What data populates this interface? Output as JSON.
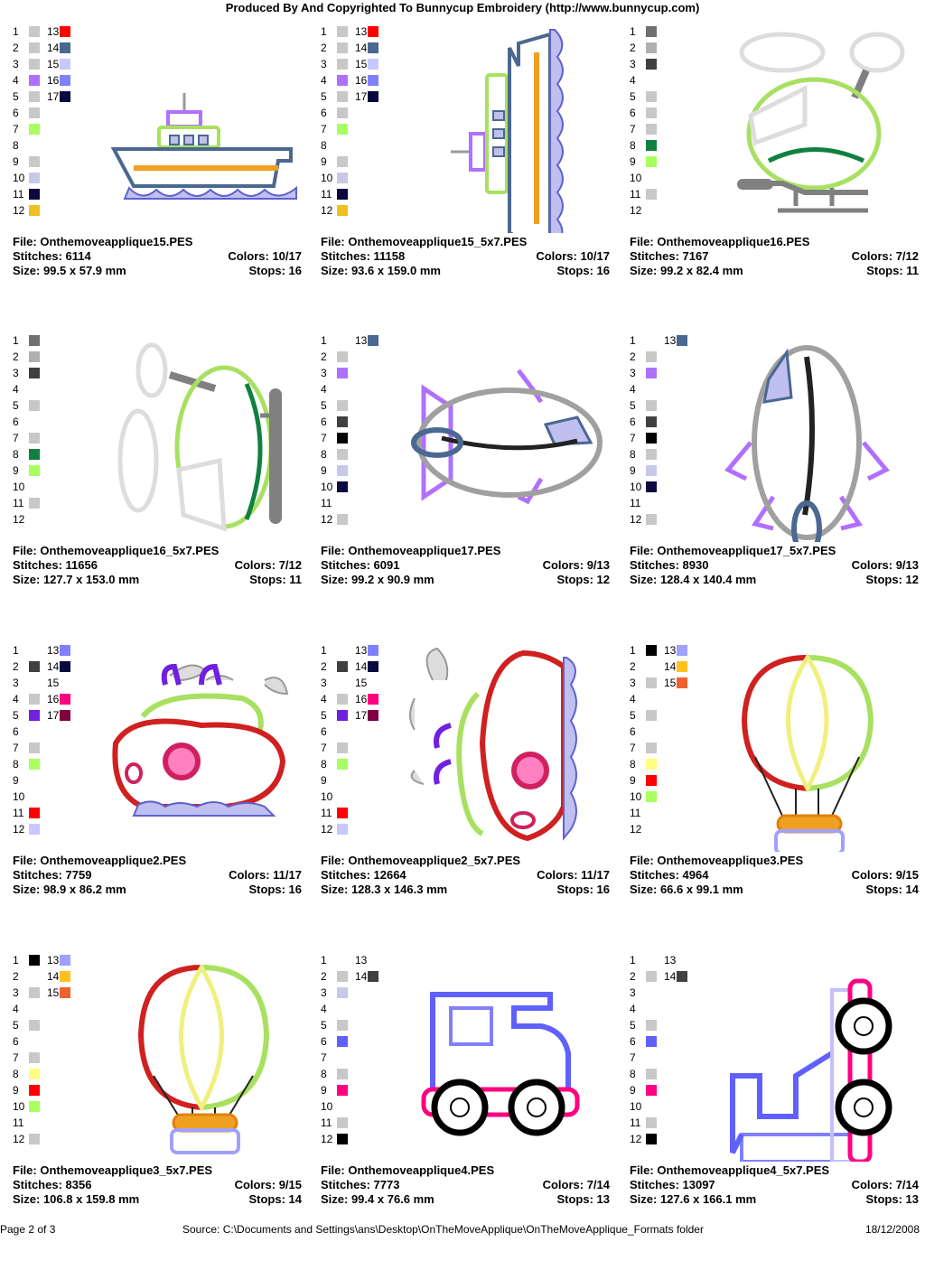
{
  "header": "Produced By And Copyrighted To Bunnycup Embroidery (http://www.bunnycup.com)",
  "labels": {
    "file": "File:",
    "stitches": "Stitches:",
    "colors": "Colors:",
    "size": "Size:",
    "stops": "Stops:"
  },
  "cells": [
    {
      "file": "Onthemoveapplique15.PES",
      "stitches": "6114",
      "colors": "10/17",
      "size": "99.5 x 57.9 mm",
      "stops": "16",
      "swatches": [
        "#c8c8c8",
        "#c8c8c8",
        "#c8c8c8",
        "#b070ff",
        "#c8c8c8",
        "#c8c8c8",
        "#a8ff60",
        "",
        "#c8c8c8",
        "#c8c8e8",
        "#0a0a40",
        "#f0c020"
      ],
      "swatches2": [
        "#ff0000",
        "#4a6890",
        "#c8c8ff",
        "#8080ff",
        "#0a0a40"
      ]
    },
    {
      "file": "Onthemoveapplique15_5x7.PES",
      "stitches": "11158",
      "colors": "10/17",
      "size": "93.6 x 159.0 mm",
      "stops": "16",
      "swatches": [
        "#c8c8c8",
        "#c8c8c8",
        "#c8c8c8",
        "#b070ff",
        "#c8c8c8",
        "#c8c8c8",
        "#a8ff60",
        "",
        "#c8c8c8",
        "#c8c8e8",
        "#0a0a40",
        "#f0c020"
      ],
      "swatches2": [
        "#ff0000",
        "#4a6890",
        "#c8c8ff",
        "#8080ff",
        "#0a0a40"
      ]
    },
    {
      "file": "Onthemoveapplique16.PES",
      "stitches": "7167",
      "colors": "7/12",
      "size": "99.2 x 82.4 mm",
      "stops": "11",
      "swatches": [
        "#707070",
        "#b0b0b0",
        "#404040",
        "",
        "#c8c8c8",
        "#c8c8c8",
        "#c8c8c8",
        "#108040",
        "#a8ff60",
        "",
        "#c8c8c8",
        ""
      ],
      "swatches2": []
    },
    {
      "file": "Onthemoveapplique16_5x7.PES",
      "stitches": "11656",
      "colors": "7/12",
      "size": "127.7 x 153.0 mm",
      "stops": "11",
      "swatches": [
        "#707070",
        "#b0b0b0",
        "#404040",
        "",
        "#c8c8c8",
        "",
        "#c8c8c8",
        "#108040",
        "#a8ff60",
        "",
        "#c8c8c8",
        ""
      ],
      "swatches2": []
    },
    {
      "file": "Onthemoveapplique17.PES",
      "stitches": "6091",
      "colors": "9/13",
      "size": "99.2 x 90.9 mm",
      "stops": "12",
      "swatches": [
        "",
        "#c8c8c8",
        "#b070ff",
        "",
        "#c8c8c8",
        "#404040",
        "#000000",
        "#c8c8c8",
        "#c8c8e8",
        "#0a0a40",
        "",
        "#c8c8c8"
      ],
      "swatches2": [
        "#4a6890"
      ]
    },
    {
      "file": "Onthemoveapplique17_5x7.PES",
      "stitches": "8930",
      "colors": "9/13",
      "size": "128.4 x 140.4 mm",
      "stops": "12",
      "swatches": [
        "",
        "#c8c8c8",
        "#b070ff",
        "",
        "#c8c8c8",
        "#404040",
        "#000000",
        "#c8c8c8",
        "#c8c8e8",
        "#0a0a40",
        "",
        "#c8c8c8"
      ],
      "swatches2": [
        "#4a6890"
      ]
    },
    {
      "file": "Onthemoveapplique2.PES",
      "stitches": "7759",
      "colors": "11/17",
      "size": "98.9 x 86.2 mm",
      "stops": "16",
      "swatches": [
        "",
        "#404040",
        "",
        "#c8c8c8",
        "#7020e0",
        "",
        "#c8c8c8",
        "#a8ff60",
        "",
        "",
        "#ff0000",
        "#c8c8ff"
      ],
      "swatches2": [
        "#8080ff",
        "#0a0a40",
        "",
        "#ff0080",
        "#800040"
      ]
    },
    {
      "file": "Onthemoveapplique2_5x7.PES",
      "stitches": "12664",
      "colors": "11/17",
      "size": "128.3 x 146.3 mm",
      "stops": "16",
      "swatches": [
        "",
        "#404040",
        "",
        "#c8c8c8",
        "#7020e0",
        "",
        "#c8c8c8",
        "#a8ff60",
        "",
        "",
        "#ff0000",
        "#c8c8ff"
      ],
      "swatches2": [
        "#8080ff",
        "#0a0a40",
        "",
        "#ff0080",
        "#800040"
      ]
    },
    {
      "file": "Onthemoveapplique3.PES",
      "stitches": "4964",
      "colors": "9/15",
      "size": "66.6 x 99.1 mm",
      "stops": "14",
      "swatches": [
        "#000000",
        "",
        "#c8c8c8",
        "",
        "#c8c8c8",
        "",
        "#c8c8c8",
        "#ffff80",
        "#ff0000",
        "#a8ff60",
        "",
        ""
      ],
      "swatches2": [
        "#a0a0ff",
        "#ffc020",
        "#f06030"
      ]
    },
    {
      "file": "Onthemoveapplique3_5x7.PES",
      "stitches": "8356",
      "colors": "9/15",
      "size": "106.8 x 159.8 mm",
      "stops": "14",
      "swatches": [
        "#000000",
        "",
        "#c8c8c8",
        "",
        "#c8c8c8",
        "",
        "#c8c8c8",
        "#ffff80",
        "#ff0000",
        "#a8ff60",
        "",
        "#c8c8c8"
      ],
      "swatches2": [
        "#a0a0ff",
        "#ffc020",
        "#f06030"
      ]
    },
    {
      "file": "Onthemoveapplique4.PES",
      "stitches": "7773",
      "colors": "7/14",
      "size": "99.4 x 76.6 mm",
      "stops": "13",
      "swatches": [
        "",
        "#c8c8c8",
        "#c8c8e8",
        "",
        "#c8c8c8",
        "#6060ff",
        "",
        "#c8c8c8",
        "#ff0080",
        "",
        "#c8c8c8",
        "#000000"
      ],
      "swatches2": [
        "",
        "#404040"
      ]
    },
    {
      "file": "Onthemoveapplique4_5x7.PES",
      "stitches": "13097",
      "colors": "7/14",
      "size": "127.6 x 166.1 mm",
      "stops": "13",
      "swatches": [
        "",
        "#c8c8c8",
        "",
        "",
        "#c8c8c8",
        "#6060ff",
        "",
        "#c8c8c8",
        "#ff0080",
        "",
        "#c8c8c8",
        "#000000"
      ],
      "swatches2": [
        "",
        "#404040"
      ]
    }
  ],
  "footer": {
    "page": "Page 2 of 3",
    "source": "Source: C:\\Documents and Settings\\ans\\Desktop\\OnTheMoveApplique\\OnTheMoveApplique_Formats folder",
    "date": "18/12/2008"
  }
}
